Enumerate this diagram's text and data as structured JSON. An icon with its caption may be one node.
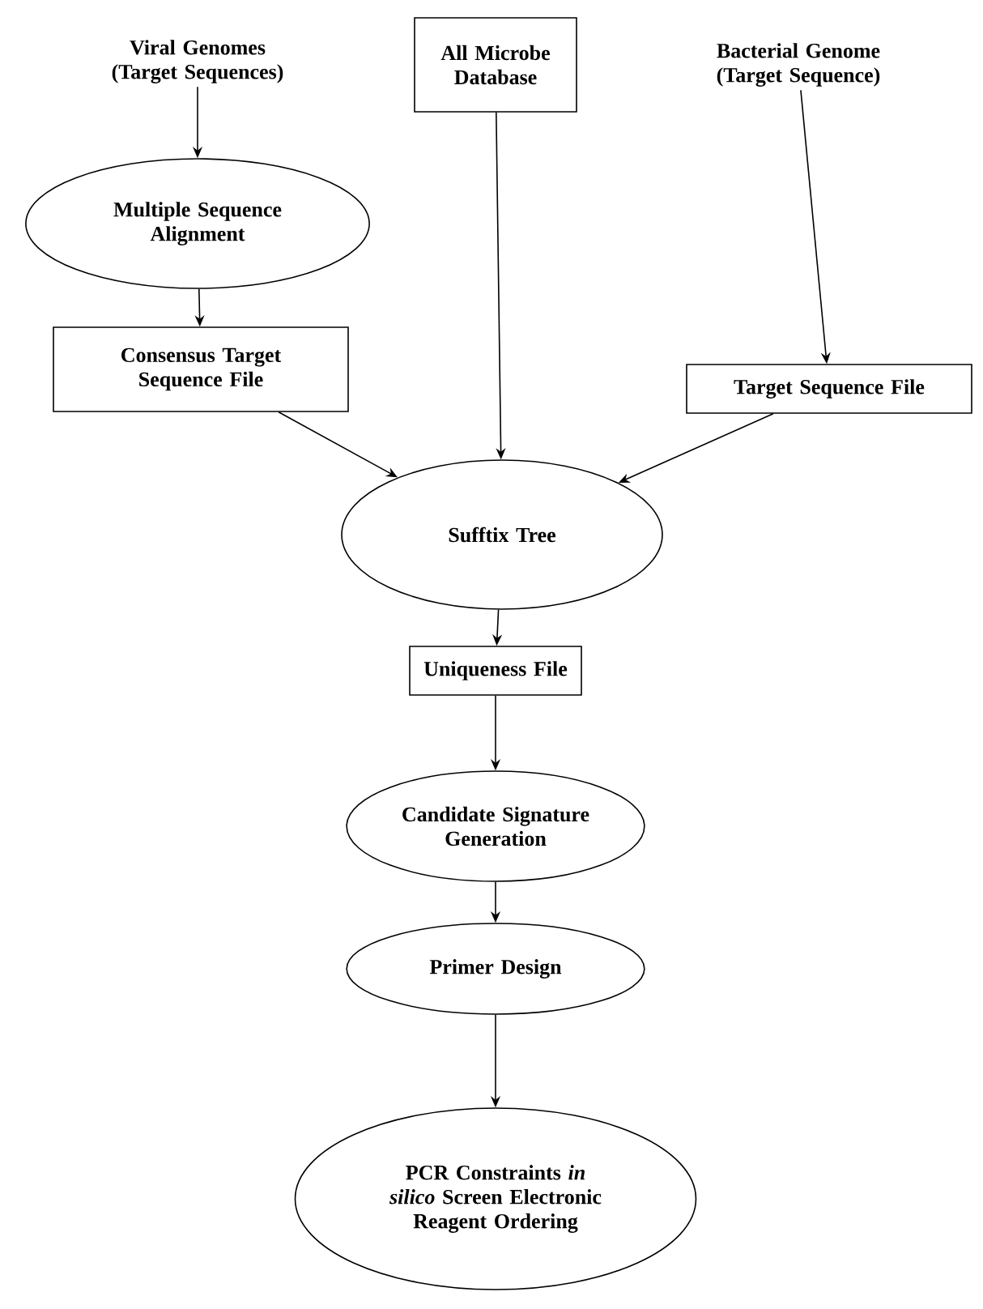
{
  "diagram": {
    "nodes": [
      {
        "text": [
          "Viral Genomes (Target Sequences)"
        ]
      },
      {
        "text": [
          "All Microbe Database"
        ]
      },
      {
        "text": [
          "Bacterial Genome (Target Sequence)"
        ]
      },
      {
        "text": [
          "Multiple Sequence Alignment"
        ]
      },
      {
        "text": [
          "Consensus Target Sequence File"
        ]
      },
      {
        "text": [
          "Target Sequence File"
        ]
      },
      {
        "text": [
          "Sufftix Tree"
        ]
      },
      {
        "text": [
          "Uniqueness File"
        ]
      },
      {
        "text": [
          "Candidate Signature Generation"
        ]
      },
      {
        "text": [
          "Primer Design"
        ]
      },
      {
        "text": [
          "PCR Constraints *in silico* Screen Electronic Reagent Ordering"
        ]
      }
    ],
    "edges": [
      {
        "from": 0,
        "to": 3,
        "arrow": "to"
      },
      {
        "from": 3,
        "to": 4,
        "arrow": "to"
      },
      {
        "from": 4,
        "to": 6,
        "arrow": "to"
      },
      {
        "from": 1,
        "to": 6,
        "arrow": "to"
      },
      {
        "from": 2,
        "to": 5,
        "arrow": "to"
      },
      {
        "from": 5,
        "to": 6,
        "arrow": "to"
      },
      {
        "from": 6,
        "to": 7,
        "arrow": "to"
      },
      {
        "from": 7,
        "to": 8,
        "arrow": "to"
      },
      {
        "from": 8,
        "to": 9,
        "arrow": "to"
      },
      {
        "from": 9,
        "to": 10,
        "arrow": "to"
      }
    ]
  }
}
